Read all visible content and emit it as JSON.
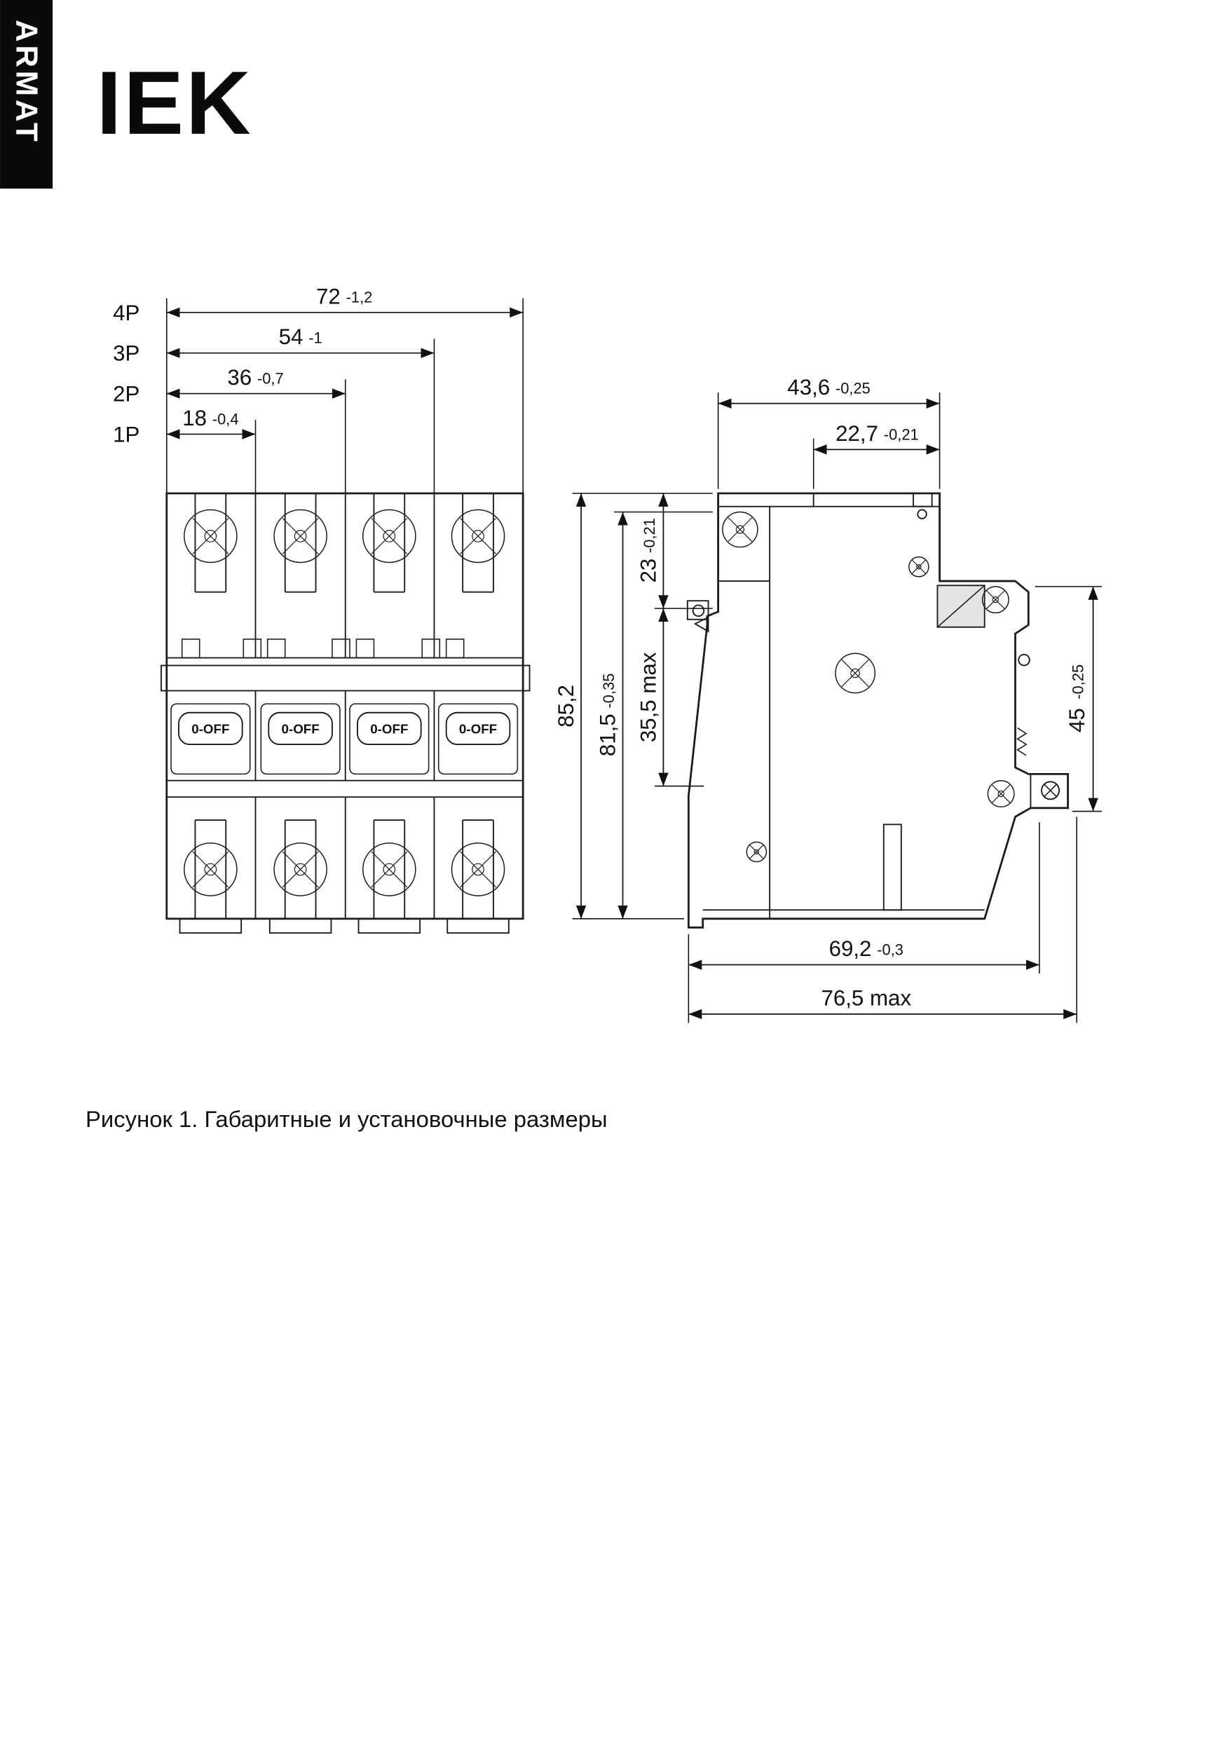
{
  "brand": {
    "logo_text": "IEK",
    "sidebar_label": "ARMAT"
  },
  "caption": "Рисунок 1. Габаритные и установочные размеры",
  "front_view": {
    "switch_label": "0-OFF",
    "pole_dims": [
      {
        "label": "4P",
        "value": "72",
        "tol": "-1,2"
      },
      {
        "label": "3P",
        "value": "54",
        "tol": "-1"
      },
      {
        "label": "2P",
        "value": "36",
        "tol": "-0,7"
      },
      {
        "label": "1P",
        "value": "18",
        "tol": "-0,4"
      }
    ]
  },
  "side_view": {
    "dim_width_top": {
      "value": "43,6",
      "tol": "-0,25"
    },
    "dim_width_upper": {
      "value": "22,7",
      "tol": "-0,21"
    },
    "dim_depth_upper": {
      "value": "23",
      "tol": "-0,21"
    },
    "dim_lever_zone": {
      "value": "35,5 max"
    },
    "dim_height_total": {
      "value": "85,2"
    },
    "dim_height_body": {
      "value": "81,5",
      "tol": "-0,35"
    },
    "dim_din_recess": {
      "value": "45",
      "tol": "-0,25"
    },
    "dim_depth_lower": {
      "value": "69,2",
      "tol": "-0,3"
    },
    "dim_depth_max": {
      "value": "76,5 max"
    }
  }
}
